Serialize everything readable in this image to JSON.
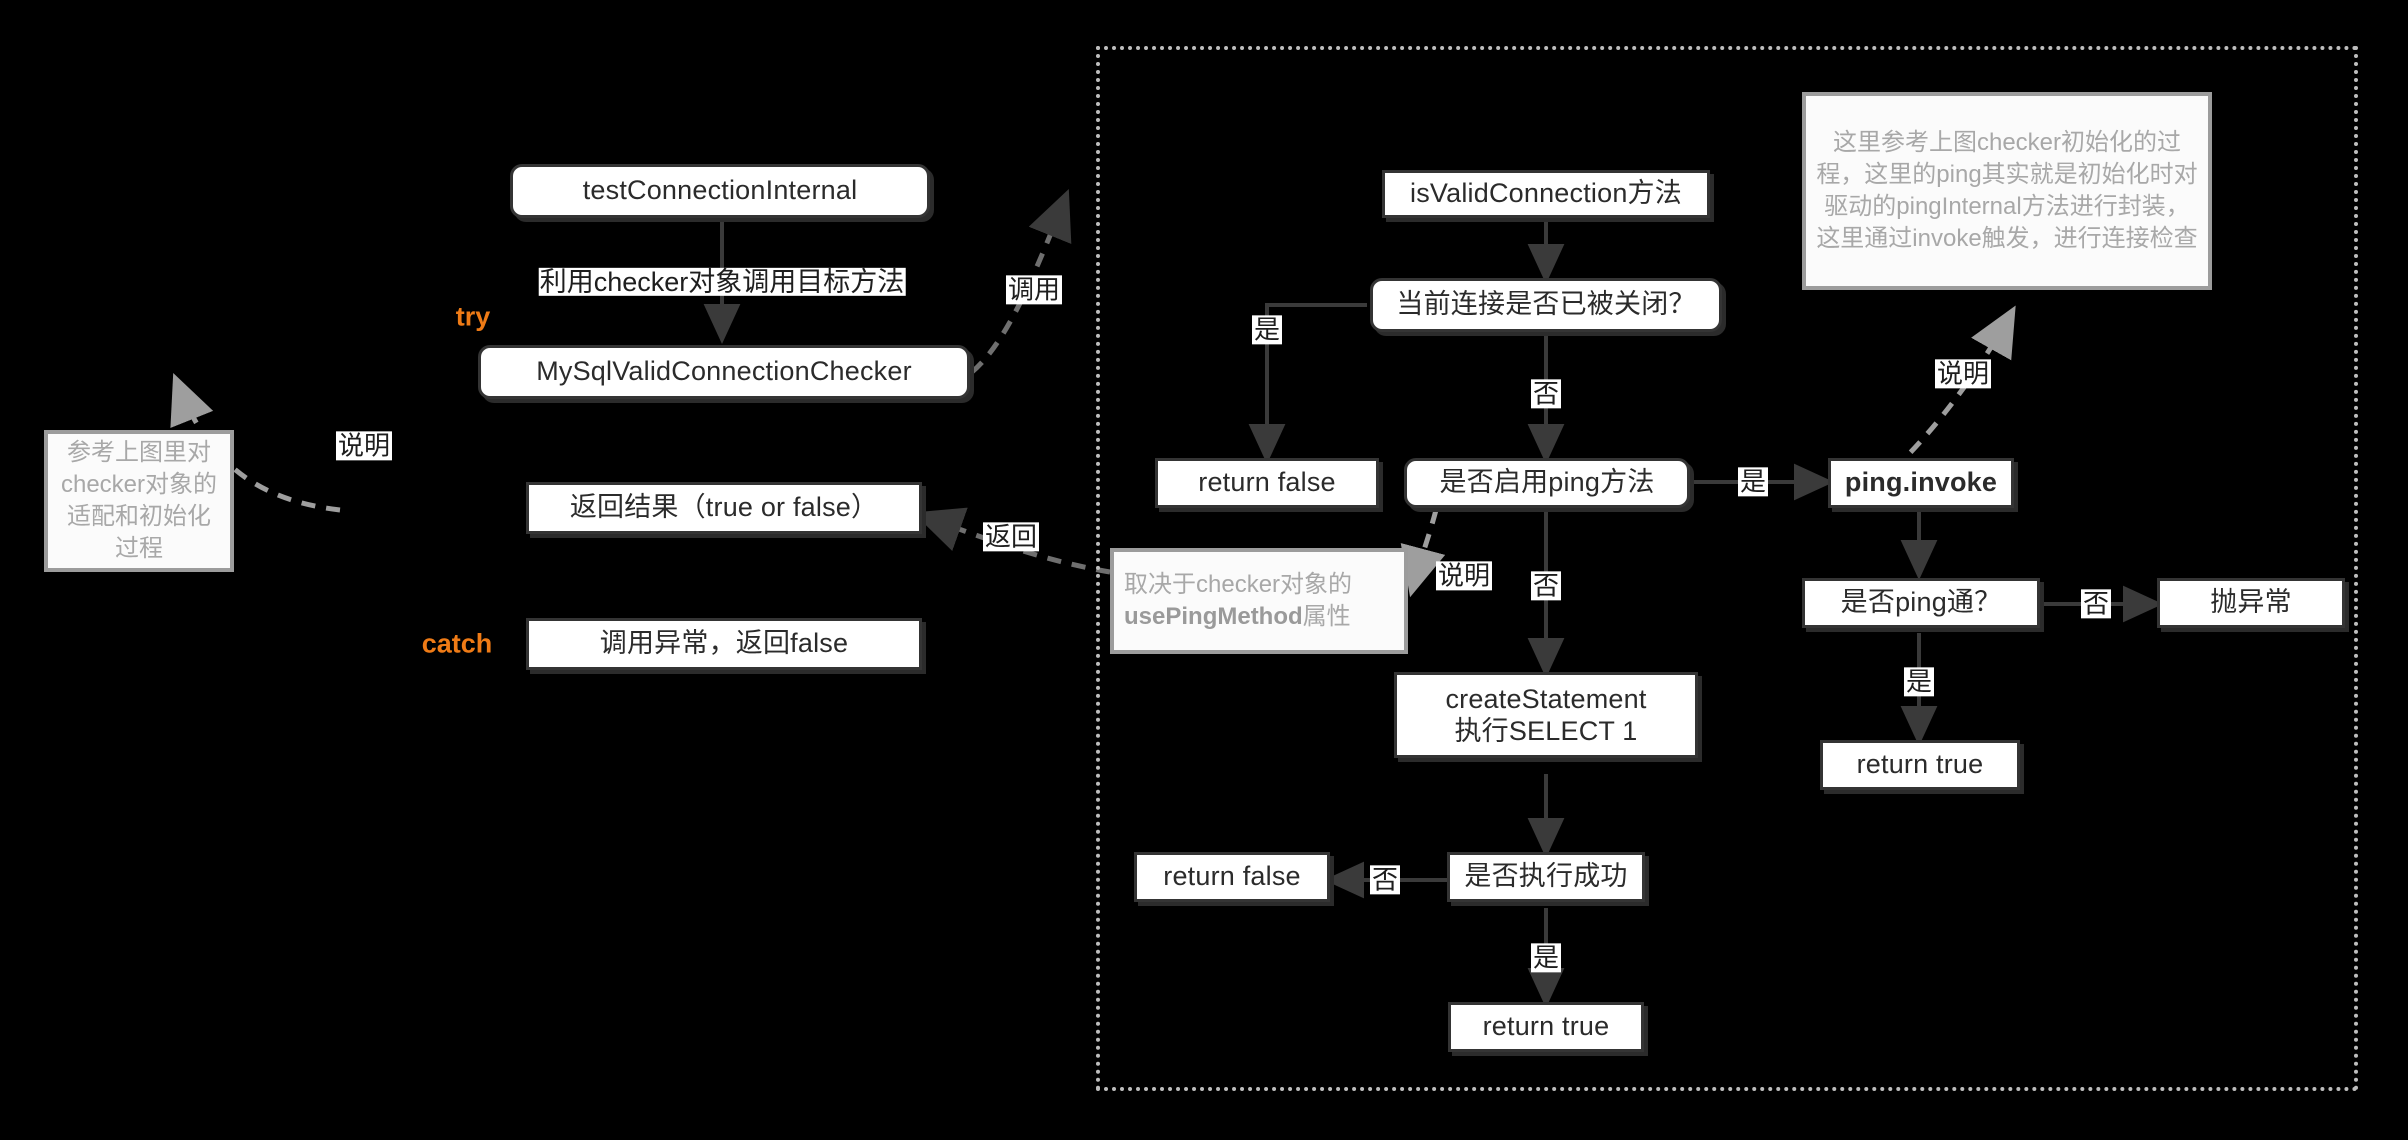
{
  "diagram": {
    "title": "Druid testConnectionInternal / isValidConnection flow",
    "background": "#000000",
    "accent_color": "#ef7b16",
    "node_border_color": "#343434",
    "note_border_color": "#9c9c9c",
    "note_text_color": "#a8a8a8",
    "group_border_color": "#bdbdbd"
  },
  "left": {
    "nodes": {
      "test_connection_internal": "testConnectionInternal",
      "mysql_checker": "MySqlValidConnectionChecker",
      "return_result": "返回结果（true or false）",
      "catch_result": "调用异常，返回false"
    },
    "labels": {
      "use_checker": "利用checker对象调用目标方法",
      "try": "try",
      "catch": "catch",
      "explain": "说明"
    },
    "note": "参考上图里对checker对象的适配和初始化过程"
  },
  "cross": {
    "call": "调用",
    "return": "返回"
  },
  "right": {
    "notes": {
      "ping_note": "这里参考上图checker初始化的过程，这里的ping其实就是初始化时对驱动的pingInternal方法进行封装，这里通过invoke触发，进行连接检查",
      "ping_note_explain": "说明",
      "use_ping_note_prefix": "取决于checker对象的",
      "use_ping_note_bold": "usePingMethod",
      "use_ping_note_suffix": "属性",
      "use_ping_note_explain": "说明"
    },
    "nodes": {
      "is_valid_connection": "isValidConnection方法",
      "conn_closed": "当前连接是否已被关闭？",
      "return_false_closed": "return false",
      "enable_ping": "是否启用ping方法",
      "ping_invoke": "ping.invoke",
      "ping_ok": "是否ping通？",
      "throw_exception": "抛异常",
      "return_true_ping": "return true",
      "create_statement_l1": "createStatement",
      "create_statement_l2": "执行SELECT 1",
      "exec_success": "是否执行成功",
      "return_false_exec": "return false",
      "return_true_exec": "return true"
    },
    "edges": {
      "closed_yes": "是",
      "closed_no": "否",
      "ping_yes": "是",
      "ping_no": "否",
      "pingok_no": "否",
      "pingok_yes": "是",
      "exec_no": "否",
      "exec_yes": "是"
    }
  }
}
